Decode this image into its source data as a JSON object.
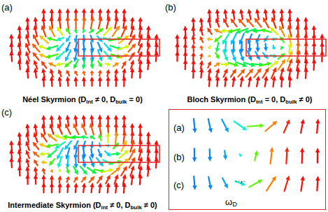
{
  "diagram": {
    "nodes": [
      {
        "text": [
          "(a)",
          "(b)",
          "(c)",
          "ωD"
        ]
      }
    ],
    "labels": [
      "(a)",
      "Néel Skyrmion (Dint ≠ 0, Dbulk = 0)",
      "(b)",
      "Bloch Skyrmion (Dint = 0, Dbulk ≠ 0)",
      "(c)",
      "Intermediate Skyrmion (Dint ≠ 0, Dbulk ≠ 0)"
    ]
  }
}
